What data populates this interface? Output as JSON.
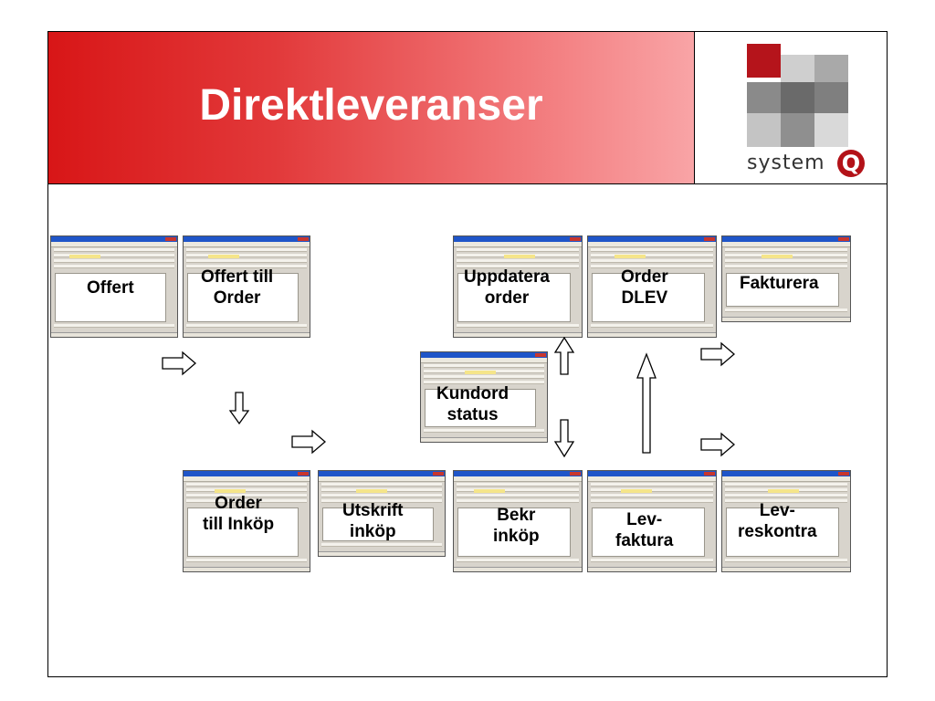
{
  "slide": {
    "title": "Direktleveranser"
  },
  "logo": {
    "text": "system",
    "mark": "Q"
  },
  "steps": [
    {
      "id": "offert",
      "label": "Offert"
    },
    {
      "id": "offert-till-order",
      "label": "Offert till Order"
    },
    {
      "id": "order-till-inkop",
      "label": "Order till Inköp"
    },
    {
      "id": "utskrift-inkop",
      "label": "Utskrift inköp"
    },
    {
      "id": "kundord-status",
      "label": "Kundord status"
    },
    {
      "id": "uppdatera-order",
      "label": "Uppdatera order"
    },
    {
      "id": "bekr-inkop",
      "label": "Bekr inköp"
    },
    {
      "id": "order-dlev",
      "label": "Order DLEV"
    },
    {
      "id": "lev-faktura",
      "label": "Lev-faktura"
    },
    {
      "id": "fakturera",
      "label": "Fakturera"
    },
    {
      "id": "lev-reskontra",
      "label": "Lev-reskontra"
    }
  ],
  "colors": {
    "title_gradient_start": "#d81617",
    "title_gradient_end": "#f9a4a6",
    "logo_accent": "#b31218"
  }
}
